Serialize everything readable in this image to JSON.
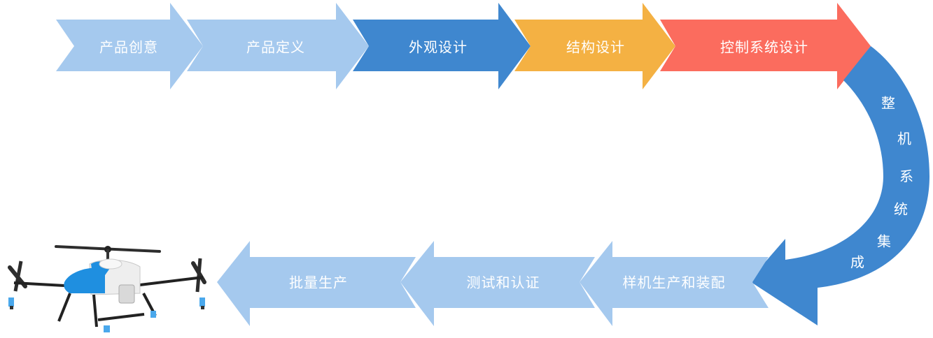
{
  "colors": {
    "light_blue": "#a5c9ee",
    "mid_blue": "#3f87cf",
    "orange": "#f4b143",
    "coral": "#fb6c5e",
    "text": "#ffffff"
  },
  "top_row": [
    {
      "label": "产品创意",
      "color": "light_blue"
    },
    {
      "label": "产品定义",
      "color": "light_blue"
    },
    {
      "label": "外观设计",
      "color": "mid_blue"
    },
    {
      "label": "结构设计",
      "color": "orange"
    },
    {
      "label": "控制系统设计",
      "color": "coral"
    }
  ],
  "curve": {
    "label_chars": [
      "整",
      "机",
      "系",
      "统",
      "集",
      "成"
    ],
    "color": "mid_blue"
  },
  "bottom_row": [
    {
      "label": "样机生产和装配",
      "color": "light_blue"
    },
    {
      "label": "测试和认证",
      "color": "light_blue"
    },
    {
      "label": "批量生产",
      "color": "light_blue"
    }
  ],
  "image": {
    "subject": "agricultural spraying drone",
    "icon": "drone-icon"
  }
}
